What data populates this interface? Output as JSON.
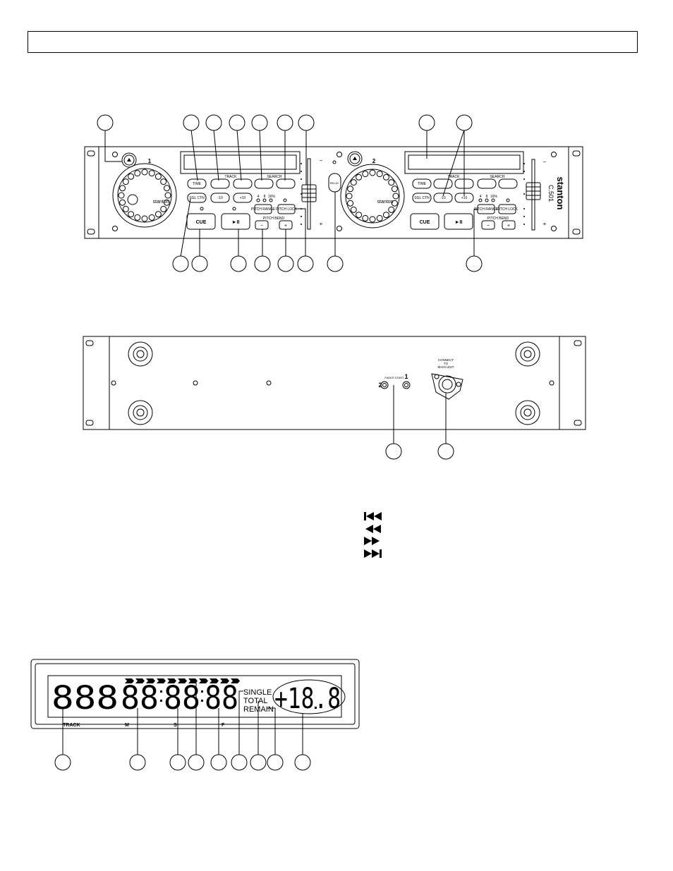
{
  "front_panel": {
    "deck1_number": "1",
    "deck2_number": "2",
    "brand": "stanton",
    "model_vertical": "stanton C.501",
    "brand_vertical": "stanton",
    "model": "C.501",
    "track_label": "TRACK",
    "search_label": "SEARCH",
    "time_label": "TIME",
    "sgl_ctn_label": "SGL CTN",
    "minus10_label": "-10",
    "plus10_label": "+10",
    "pct_a": "4",
    "pct_b": "8",
    "pct_c": "16%",
    "pitch_range_label": "PITCH RANGE",
    "pitch_lock_label": "PITCH LOCK",
    "pitch_bend_label": "PITCH BEND",
    "cue_label": "CUE",
    "play_label": "►II",
    "minus_label": "−",
    "plus_label": "+",
    "relay_label": "RELAY",
    "fader_minus": "−",
    "fader_plus": "+"
  },
  "rear_panel": {
    "fader_start_label": "FADER START",
    "fader_num_2": "2",
    "fader_num_1": "1",
    "connect_label_1": "CONNECT",
    "connect_label_2": "TO",
    "connect_label_3": "MAIN UNIT"
  },
  "lcd": {
    "digits_track": "888",
    "digits_m": "88",
    "digits_s": "88",
    "digits_f": "88",
    "pitch": "+18.8",
    "single": "SINGLE",
    "total": "TOTAL",
    "remain": "REMAIN",
    "label_track": "TRACK",
    "label_m": "M",
    "label_s": "S",
    "label_f": "F"
  },
  "icons": [
    "prev-track-icon",
    "rewind-icon",
    "fast-forward-icon",
    "next-track-icon"
  ]
}
